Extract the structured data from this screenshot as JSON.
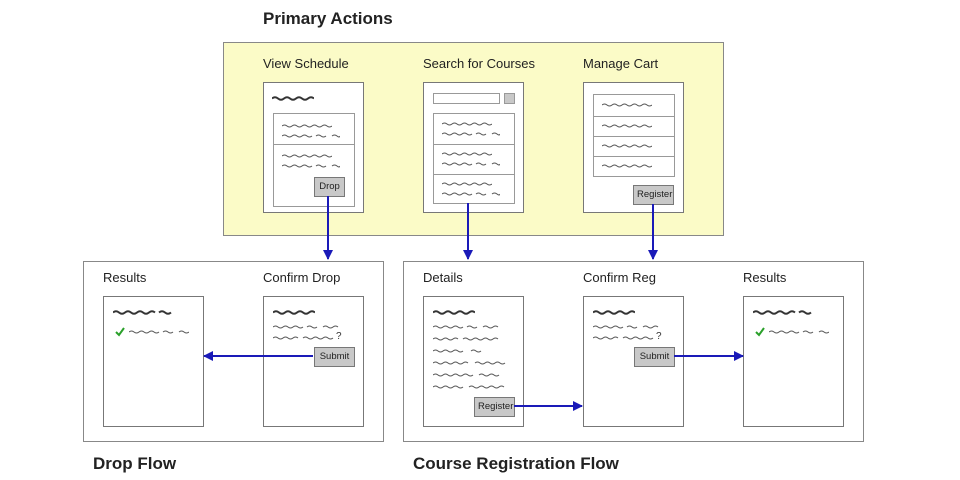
{
  "sections": {
    "primary_title": "Primary Actions",
    "drop_flow_title": "Drop Flow",
    "registration_flow_title": "Course Registration Flow"
  },
  "primary": {
    "view_schedule": {
      "label": "View Schedule",
      "button": "Drop"
    },
    "search_courses": {
      "label": "Search for Courses"
    },
    "manage_cart": {
      "label": "Manage Cart",
      "button": "Register"
    }
  },
  "drop_flow": {
    "results": {
      "label": "Results"
    },
    "confirm_drop": {
      "label": "Confirm Drop",
      "button": "Submit",
      "question_mark": "?"
    }
  },
  "registration_flow": {
    "details": {
      "label": "Details",
      "button": "Register"
    },
    "confirm_reg": {
      "label": "Confirm Reg",
      "button": "Submit",
      "question_mark": "?"
    },
    "results": {
      "label": "Results"
    }
  },
  "colors": {
    "primary_bg": "#fbfbc7",
    "arrow": "#1a1ab8",
    "check": "#2aa02a",
    "button_bg": "#c8c8c8"
  }
}
